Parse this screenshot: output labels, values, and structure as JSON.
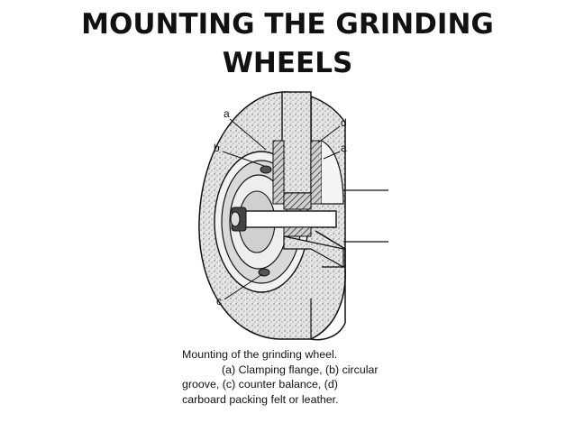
{
  "slide": {
    "title_line1": "MOUNTING THE GRINDING",
    "title_line2": "WHEELS"
  },
  "figure": {
    "labels": [
      "a",
      "b",
      "d",
      "a",
      "c"
    ],
    "caption": {
      "line1": "Mounting of the grinding wheel.",
      "line2": "(a) Clamping flange, (b) circular",
      "line3": "groove, (c) counter balance, (d)",
      "line4": "carboard packing felt or leather."
    }
  }
}
